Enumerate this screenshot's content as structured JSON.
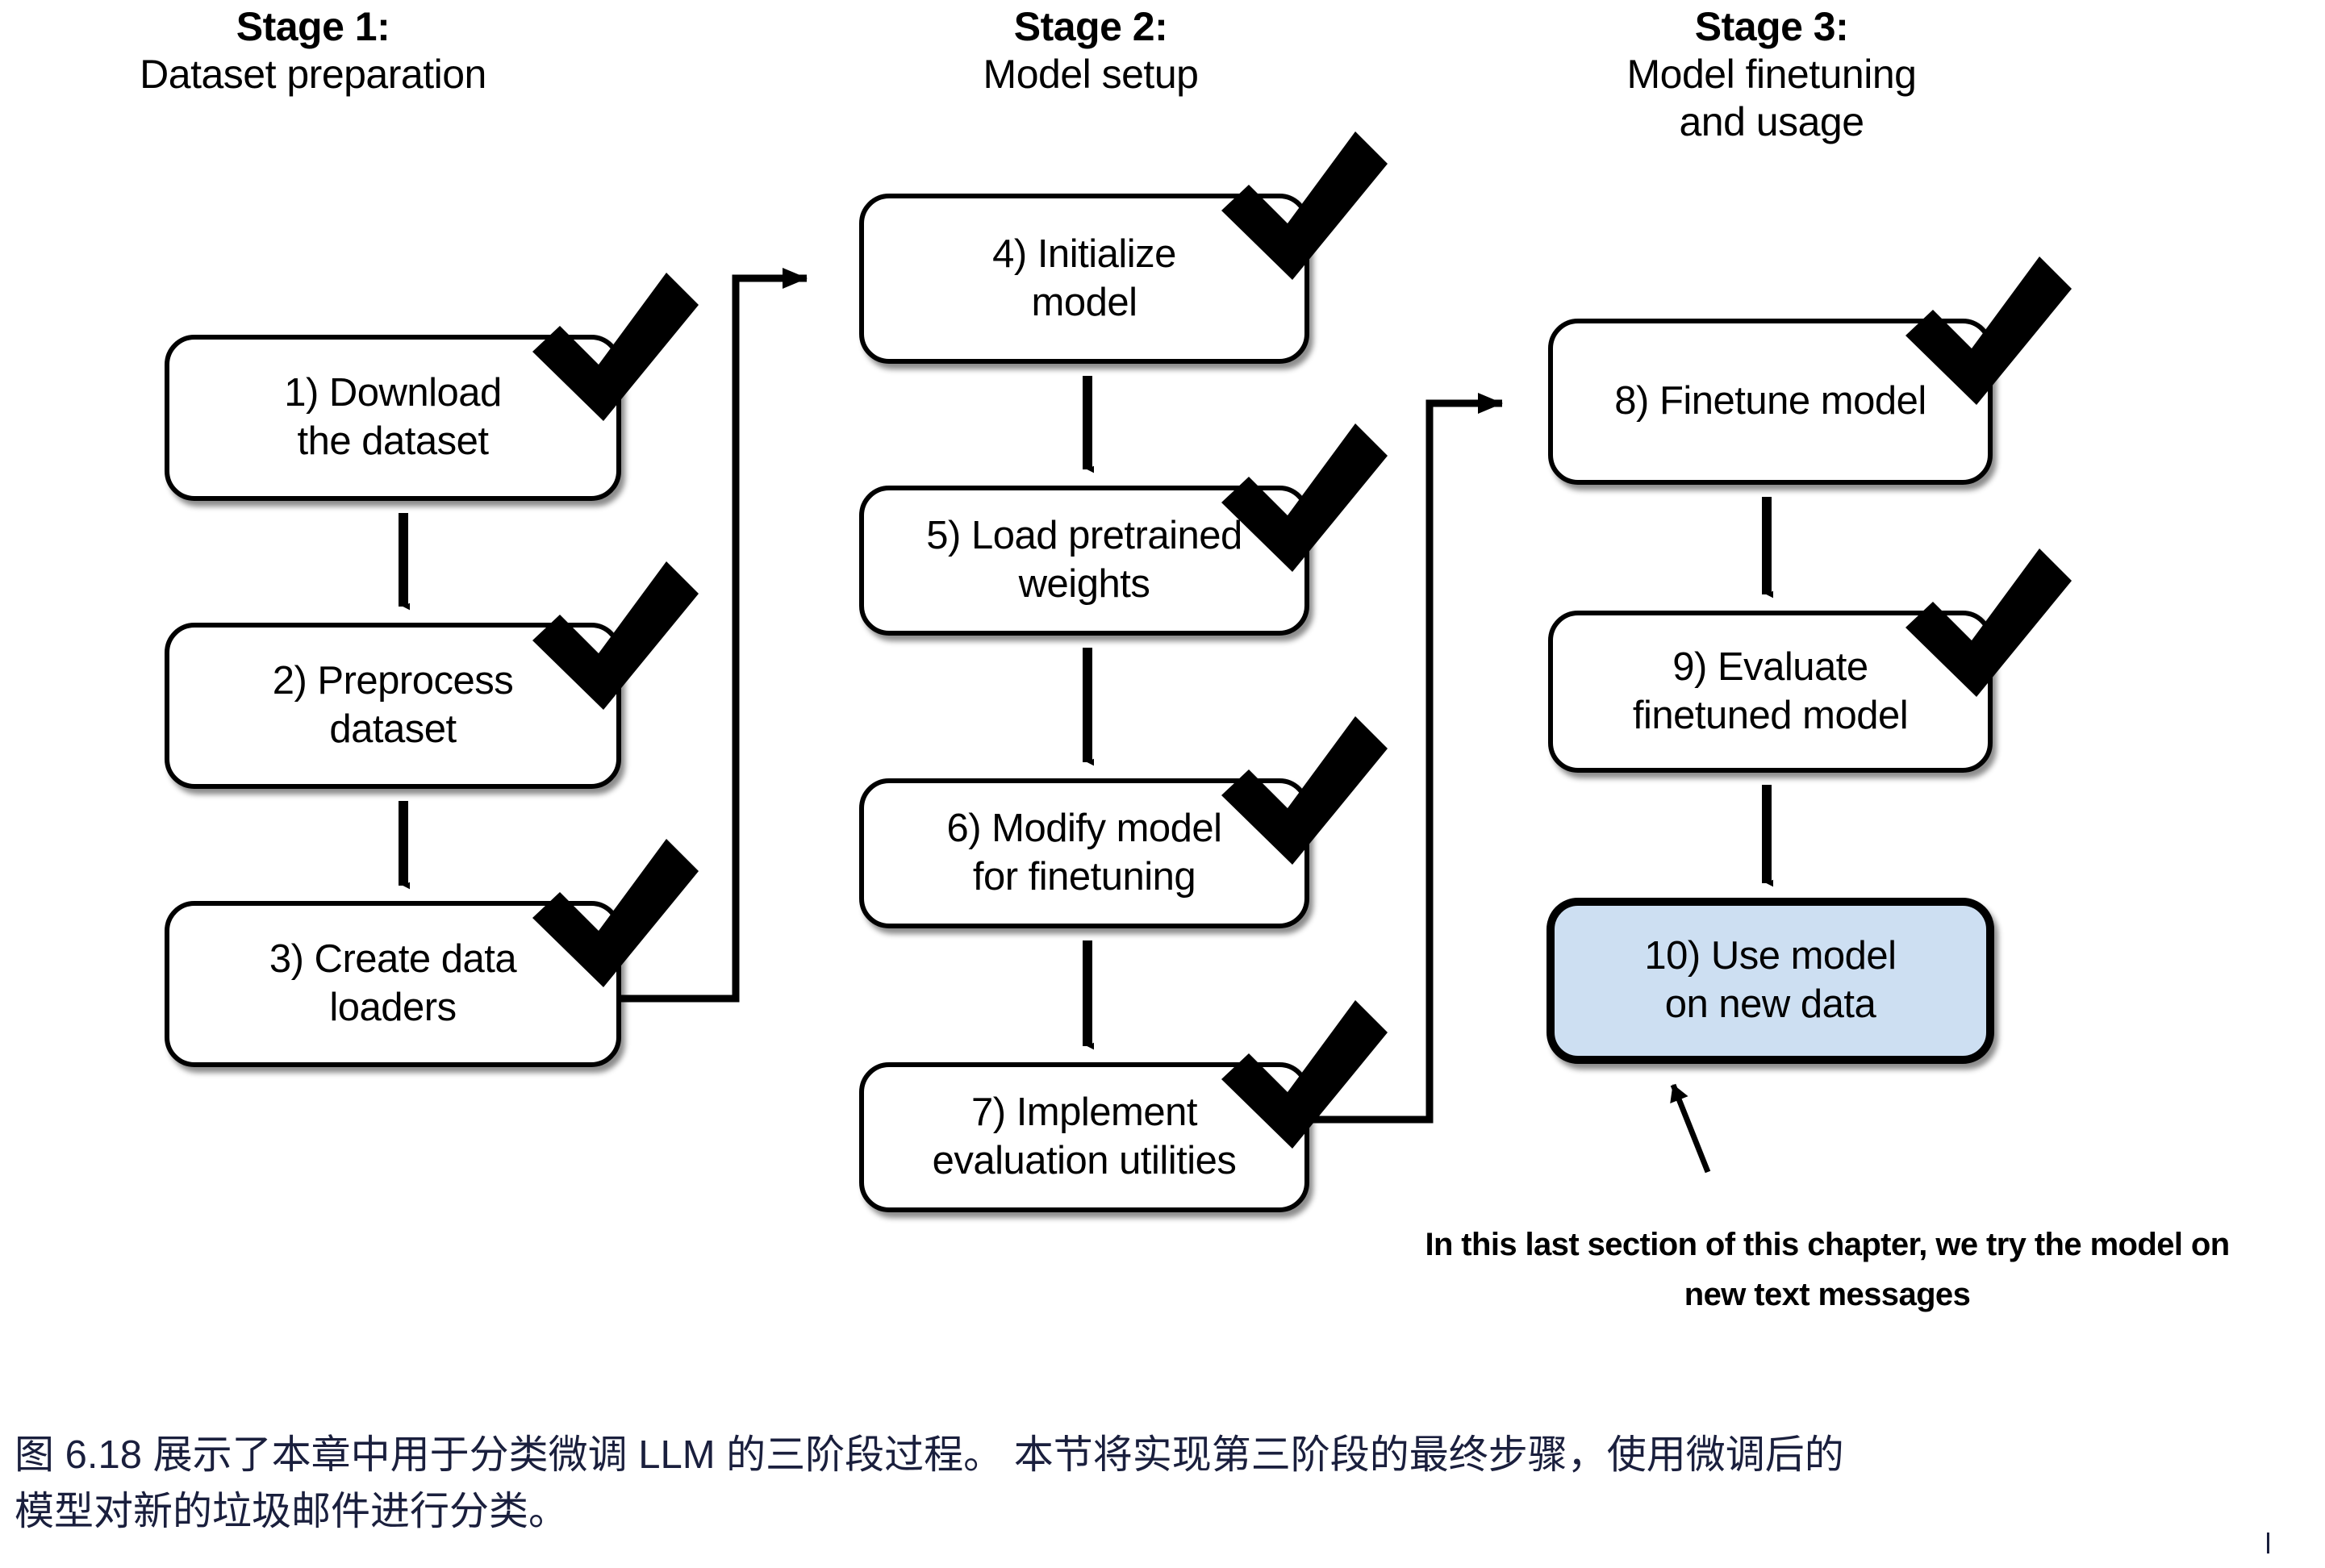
{
  "figure": {
    "stages": [
      {
        "id": "stage-1",
        "title": "Stage 1:",
        "subtitle": "Dataset preparation",
        "subtitle_line2": ""
      },
      {
        "id": "stage-2",
        "title": "Stage 2:",
        "subtitle": "Model setup",
        "subtitle_line2": ""
      },
      {
        "id": "stage-3",
        "title": "Stage 3:",
        "subtitle": "Model finetuning",
        "subtitle_line2": "and usage"
      }
    ],
    "nodes": [
      {
        "id": "node-1",
        "stage": 1,
        "line1": "1) Download",
        "line2": "the dataset",
        "checked": true,
        "highlight": false
      },
      {
        "id": "node-2",
        "stage": 1,
        "line1": "2) Preprocess",
        "line2": "dataset",
        "checked": true,
        "highlight": false
      },
      {
        "id": "node-3",
        "stage": 1,
        "line1": "3) Create data",
        "line2": "loaders",
        "checked": true,
        "highlight": false
      },
      {
        "id": "node-4",
        "stage": 2,
        "line1": "4) Initialize",
        "line2": "model",
        "checked": true,
        "highlight": false
      },
      {
        "id": "node-5",
        "stage": 2,
        "line1": "5) Load pretrained",
        "line2": "weights",
        "checked": true,
        "highlight": false
      },
      {
        "id": "node-6",
        "stage": 2,
        "line1": "6) Modify model",
        "line2": "for finetuning",
        "checked": true,
        "highlight": false
      },
      {
        "id": "node-7",
        "stage": 2,
        "line1": "7) Implement",
        "line2": "evaluation utilities",
        "checked": true,
        "highlight": false
      },
      {
        "id": "node-8",
        "stage": 3,
        "line1": "8) Finetune model",
        "line2": "",
        "checked": true,
        "highlight": false
      },
      {
        "id": "node-9",
        "stage": 3,
        "line1": "9) Evaluate",
        "line2": "finetuned model",
        "checked": true,
        "highlight": false
      },
      {
        "id": "node-10",
        "stage": 3,
        "line1": "10) Use model",
        "line2": "on new data",
        "checked": false,
        "highlight": true
      }
    ],
    "annotation": {
      "line1": "In this last section of this chapter, we try the",
      "line2": "model on new text messages"
    },
    "caption": {
      "line1": "图 6.18 展示了本章中用于分类微调 LLM 的三阶段过程。 本节将实现第三阶段的最终步骤，使用微调后的",
      "line2": "模型对新的垃圾邮件进行分类。"
    },
    "colors": {
      "stroke": "#000000",
      "highlight_fill": "#cddff2",
      "box_fill": "#ffffff",
      "caption_text": "#1a1f3d"
    }
  }
}
